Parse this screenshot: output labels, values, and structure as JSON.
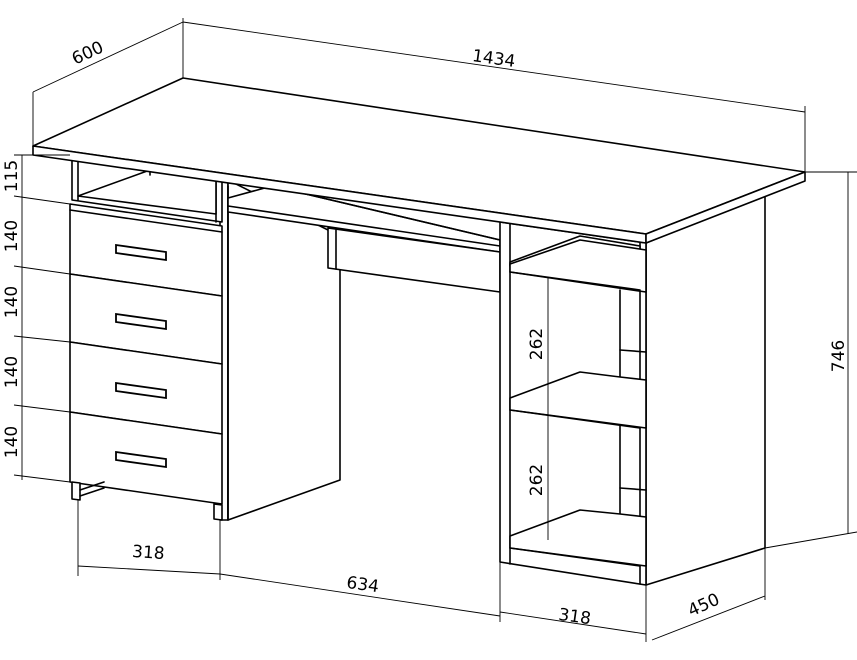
{
  "dimensions": {
    "depth_top": "600",
    "width_total": "1434",
    "height_total": "746",
    "gap_top": "115",
    "drawer_1": "140",
    "drawer_2": "140",
    "drawer_3": "140",
    "drawer_4": "140",
    "width_left": "318",
    "width_middle": "634",
    "width_right": "318",
    "depth_side": "450",
    "shelf_upper": "262",
    "shelf_lower": "262"
  },
  "colors": {
    "line": "#000000",
    "background": "#ffffff"
  }
}
